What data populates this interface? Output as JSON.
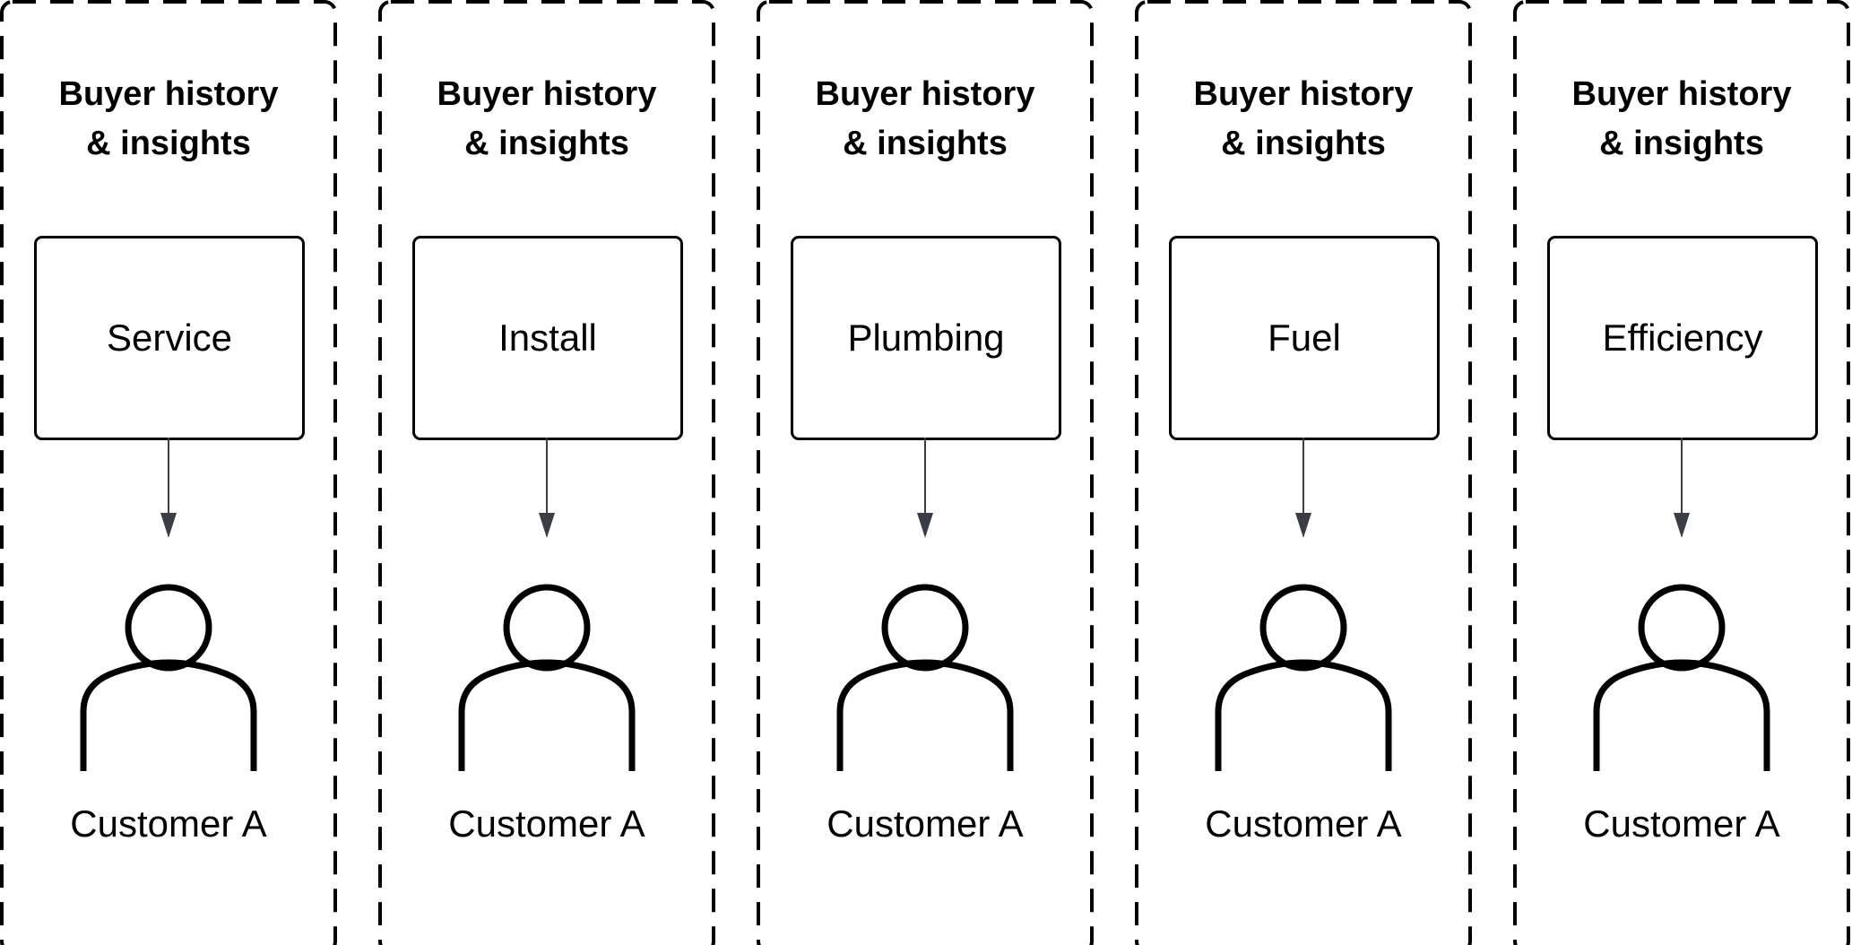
{
  "columns": [
    {
      "title_line1": "Buyer history",
      "title_line2": "& insights",
      "category": "Service",
      "customer": "Customer A"
    },
    {
      "title_line1": "Buyer history",
      "title_line2": "& insights",
      "category": "Install",
      "customer": "Customer A"
    },
    {
      "title_line1": "Buyer history",
      "title_line2": "& insights",
      "category": "Plumbing",
      "customer": "Customer A"
    },
    {
      "title_line1": "Buyer history",
      "title_line2": "& insights",
      "category": "Fuel",
      "customer": "Customer A"
    },
    {
      "title_line1": "Buyer history",
      "title_line2": "& insights",
      "category": "Efficiency",
      "customer": "Customer A"
    }
  ],
  "colors": {
    "stroke": "#000000",
    "arrow": "#3a3d45",
    "background": "#ffffff"
  },
  "icons": {
    "customer": "person-icon",
    "connector": "arrow-down-icon"
  }
}
